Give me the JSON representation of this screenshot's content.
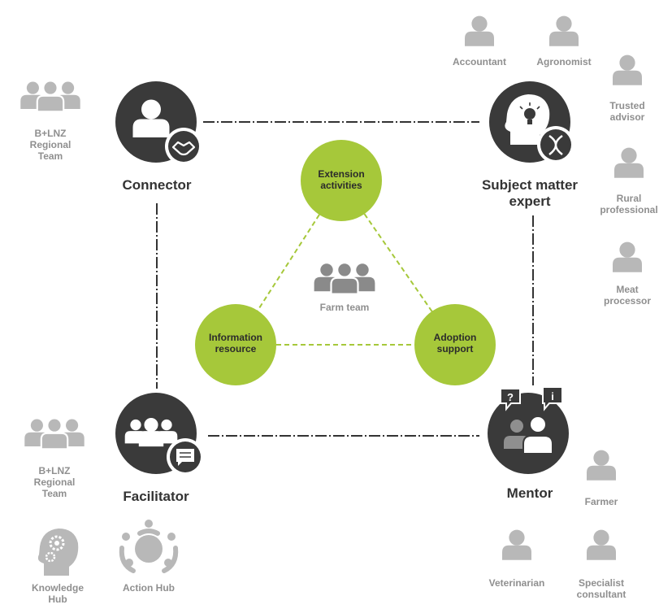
{
  "colors": {
    "dark_circle": "#3a3a3a",
    "green": "#a6c83a",
    "green_line": "#a6c83a",
    "grey_icon": "#b8b8b8",
    "grey_text": "#8f8f8f",
    "dark_text": "#333333"
  },
  "roles": {
    "connector": "Connector",
    "subject_matter_expert": "Subject matter\nexpert",
    "facilitator": "Facilitator",
    "mentor": "Mentor"
  },
  "inner": {
    "extension": "Extension\nactivities",
    "information": "Information\nresource",
    "adoption": "Adoption\nsupport",
    "farm_team": "Farm team"
  },
  "people": {
    "blnz_top": "B+LNZ\nRegional\nTeam",
    "blnz_bottom": "B+LNZ\nRegional\nTeam",
    "accountant": "Accountant",
    "agronomist": "Agronomist",
    "trusted_advisor": "Trusted\nadvisor",
    "rural_professional": "Rural\nprofessional",
    "meat_processor": "Meat\nprocessor",
    "knowledge_hub": "Knowledge\nHub",
    "action_hub": "Action Hub",
    "farmer": "Farmer",
    "veterinarian": "Veterinarian",
    "specialist_consultant": "Specialist\nconsultant"
  },
  "icons": {
    "connector": "person-with-handshake-icon",
    "subject_matter_expert": "head-lightbulb-dna-icon",
    "facilitator": "group-with-speech-bubble-icon",
    "mentor": "two-people-question-info-icon",
    "farm_team": "group-icon",
    "knowledge_hub": "head-gears-icon",
    "action_hub": "people-around-table-icon"
  }
}
